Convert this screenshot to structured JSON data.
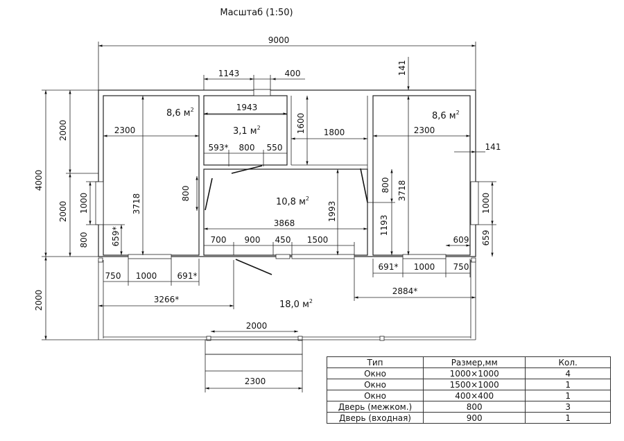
{
  "title": "Масштаб (1:50)",
  "dims": {
    "total_width": "9000",
    "top_1143": "1143",
    "top_400": "400",
    "top_141": "141",
    "d_1943": "1943",
    "d_1600": "1600",
    "d_1800": "1800",
    "d_2300_left": "2300",
    "d_2300_right": "2300",
    "d_593": "593*",
    "d_800_mid": "800",
    "d_550": "550",
    "d_141_right": "141",
    "d_800_door_left": "800",
    "d_3718_left": "3718",
    "d_3718_right": "3718",
    "d_1993": "1993",
    "d_800_door_right": "800",
    "d_1193": "1193",
    "d_3868": "3868",
    "d_1000_left": "1000",
    "d_1000_right": "1000",
    "d_659_left": "659*",
    "d_659_right": "659",
    "d_609": "609",
    "d_700": "700",
    "d_900": "900",
    "d_450": "450",
    "d_1500": "1500",
    "d_750_left": "750",
    "d_1000_bl": "1000",
    "d_691_left": "691*",
    "d_691_right": "691*",
    "d_1000_br": "1000",
    "d_750_right": "750",
    "d_3266": "3266*",
    "d_2884": "2884*",
    "d_2000_porch": "2000",
    "d_2300_step": "2300",
    "left_4000": "4000",
    "left_2000_top": "2000",
    "left_2000_mid": "2000",
    "left_1000": "1000",
    "left_800": "800",
    "left_2000_terrace": "2000"
  },
  "rooms": {
    "left_area": "8,6 м",
    "right_area": "8,6 м",
    "bath_area": "3,1 м",
    "hall_area": "10,8 м",
    "terrace_area": "18,0 м",
    "sq": "2"
  },
  "table": {
    "headers": [
      "Тип",
      "Размер,мм",
      "Кол."
    ],
    "rows": [
      [
        "Окно",
        "1000×1000",
        "4"
      ],
      [
        "Окно",
        "1500×1000",
        "1"
      ],
      [
        "Окно",
        "400×400",
        "1"
      ],
      [
        "Дверь (межком.)",
        "800",
        "3"
      ],
      [
        "Дверь (входная)",
        "900",
        "1"
      ]
    ]
  }
}
